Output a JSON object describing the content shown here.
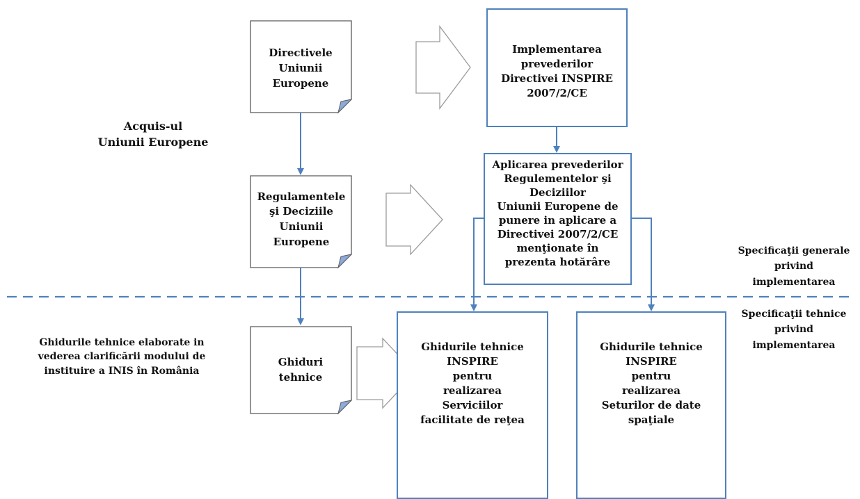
{
  "colors": {
    "connector": "#4f81bd",
    "outline": "#5b5b5b",
    "fold": "#8ea9db"
  },
  "left_labels": {
    "acquis": [
      "Acquis-ul",
      "Uniunii Europene"
    ],
    "guides": [
      "Ghidurile tehnice elaborate in",
      "vederea clarificării modului de",
      "instituire a INIS în România"
    ]
  },
  "documents": {
    "directives": [
      "Directivele",
      "Uniunii",
      "Europene"
    ],
    "regulations": [
      "Regulamentele",
      "şi Deciziile",
      "Uniunii",
      "Europene"
    ],
    "guides": [
      "Ghiduri",
      "tehnice"
    ]
  },
  "boxes": {
    "implementation": [
      "Implementarea",
      "prevederilor",
      "Directivei INSPIRE",
      "2007/2/CE"
    ],
    "application": [
      "Aplicarea prevederilor",
      "Regulementelor şi",
      "Deciziilor",
      "Uniunii Europene de",
      "punere in aplicare a",
      "Directivei 2007/2/CE",
      "menţionate  în",
      "prezenta hotărâre"
    ],
    "network_services": [
      "Ghidurile tehnice",
      "INSPIRE",
      "pentru",
      "realizarea",
      "Serviciilor",
      "facilitate de reţea"
    ],
    "spatial_data": [
      "Ghidurile tehnice",
      "INSPIRE",
      "pentru",
      "realizarea",
      "Seturilor de date",
      "spaţiale"
    ]
  },
  "right_labels": {
    "general": [
      "Specificaţii generale",
      "privind",
      "implementarea"
    ],
    "technical": [
      "Specificaţii tehnice",
      "privind",
      "implementarea"
    ]
  }
}
